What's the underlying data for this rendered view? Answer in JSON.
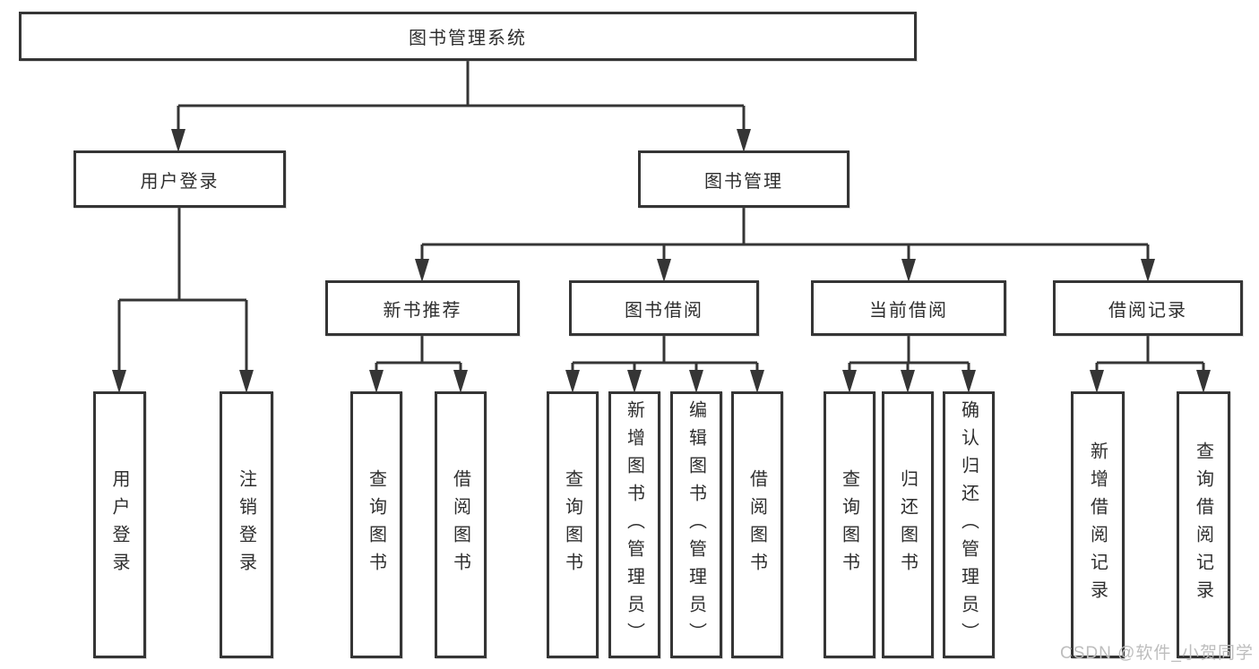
{
  "diagram": {
    "title": "图书管理系统",
    "branches": [
      {
        "label": "用户登录",
        "leaves": [
          "用户登录",
          "注销登录"
        ]
      },
      {
        "label": "图书管理",
        "groups": [
          {
            "label": "新书推荐",
            "leaves": [
              "查询图书",
              "借阅图书"
            ]
          },
          {
            "label": "图书借阅",
            "leaves": [
              "查询图书",
              "新增图书（管理员）",
              "编辑图书（管理员）",
              "借阅图书"
            ]
          },
          {
            "label": "当前借阅",
            "leaves": [
              "查询图书",
              "归还图书",
              "确认归还（管理员）"
            ]
          },
          {
            "label": "借阅记录",
            "leaves": [
              "新增借阅记录",
              "查询借阅记录"
            ]
          }
        ]
      }
    ]
  },
  "colors": {
    "line": "#353535",
    "text": "#2e2e2e",
    "box_background": "#ffffff",
    "watermark": "#bdbdbd"
  },
  "watermark": {
    "text": "CSDN @软件_小贺同学"
  }
}
